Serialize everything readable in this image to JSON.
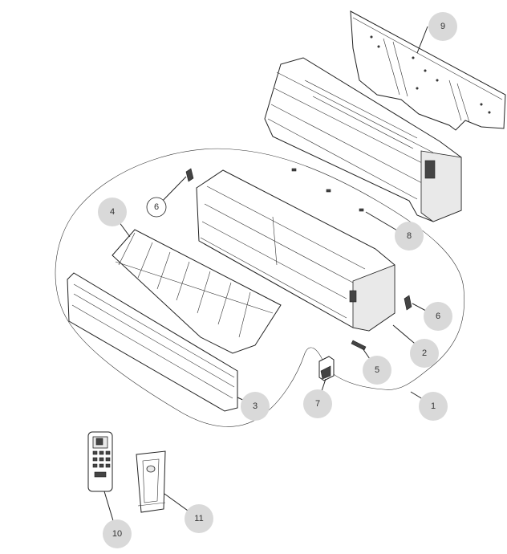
{
  "callouts": {
    "c1": "1",
    "c2": "2",
    "c3": "3",
    "c4": "4",
    "c5": "5",
    "c6a": "6",
    "c6b": "6",
    "c7": "7",
    "c8": "8",
    "c9": "9",
    "c10": "10",
    "c11": "11"
  },
  "colors": {
    "callout_fill": "#d9d9d9",
    "line": "#222222",
    "text": "#333333"
  }
}
